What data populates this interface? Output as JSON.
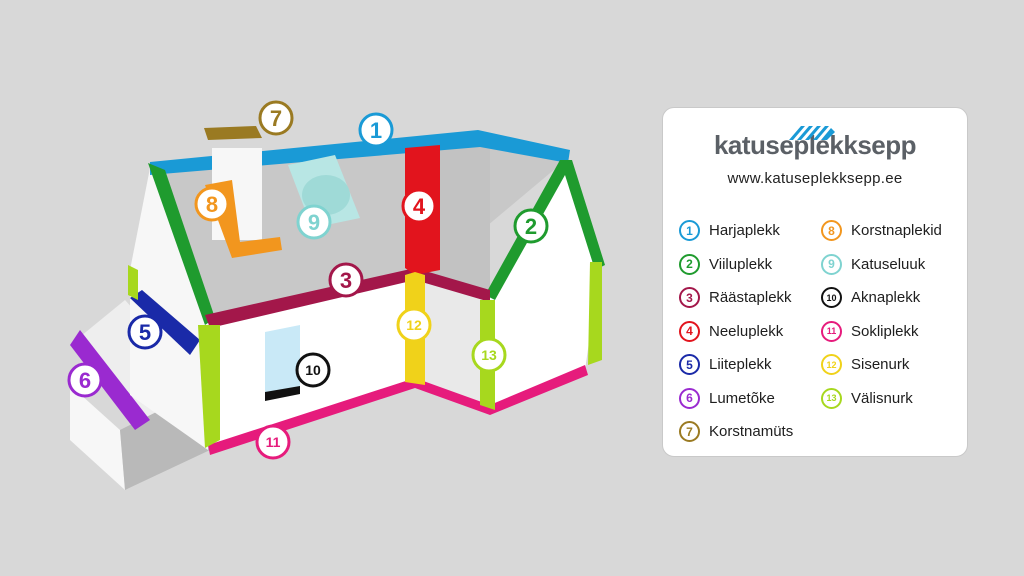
{
  "brand": {
    "name": "katuseplekksepp",
    "url": "www.katuseplekksepp.ee"
  },
  "items": [
    {
      "num": "1",
      "label": "Harjaplekk",
      "color": "#1a9ad6"
    },
    {
      "num": "2",
      "label": "Viiluplekk",
      "color": "#1f9b2e"
    },
    {
      "num": "3",
      "label": "Räästaplekk",
      "color": "#a3174a"
    },
    {
      "num": "4",
      "label": "Neeluplekk",
      "color": "#e2141d"
    },
    {
      "num": "5",
      "label": "Liiteplekk",
      "color": "#1a2aa8"
    },
    {
      "num": "6",
      "label": "Lumetõke",
      "color": "#9a2ad0"
    },
    {
      "num": "7",
      "label": "Korstnamüts",
      "color": "#9a7a22"
    },
    {
      "num": "8",
      "label": "Korstnaplekid",
      "color": "#f2961e"
    },
    {
      "num": "9",
      "label": "Katuseluuk",
      "color": "#7fd3d0"
    },
    {
      "num": "10",
      "label": "Aknaplekk",
      "color": "#111111"
    },
    {
      "num": "11",
      "label": "Sokliplekk",
      "color": "#e61b7c"
    },
    {
      "num": "12",
      "label": "Sisenurk",
      "color": "#f0d21a"
    },
    {
      "num": "13",
      "label": "Välisnurk",
      "color": "#a7d81e"
    }
  ]
}
